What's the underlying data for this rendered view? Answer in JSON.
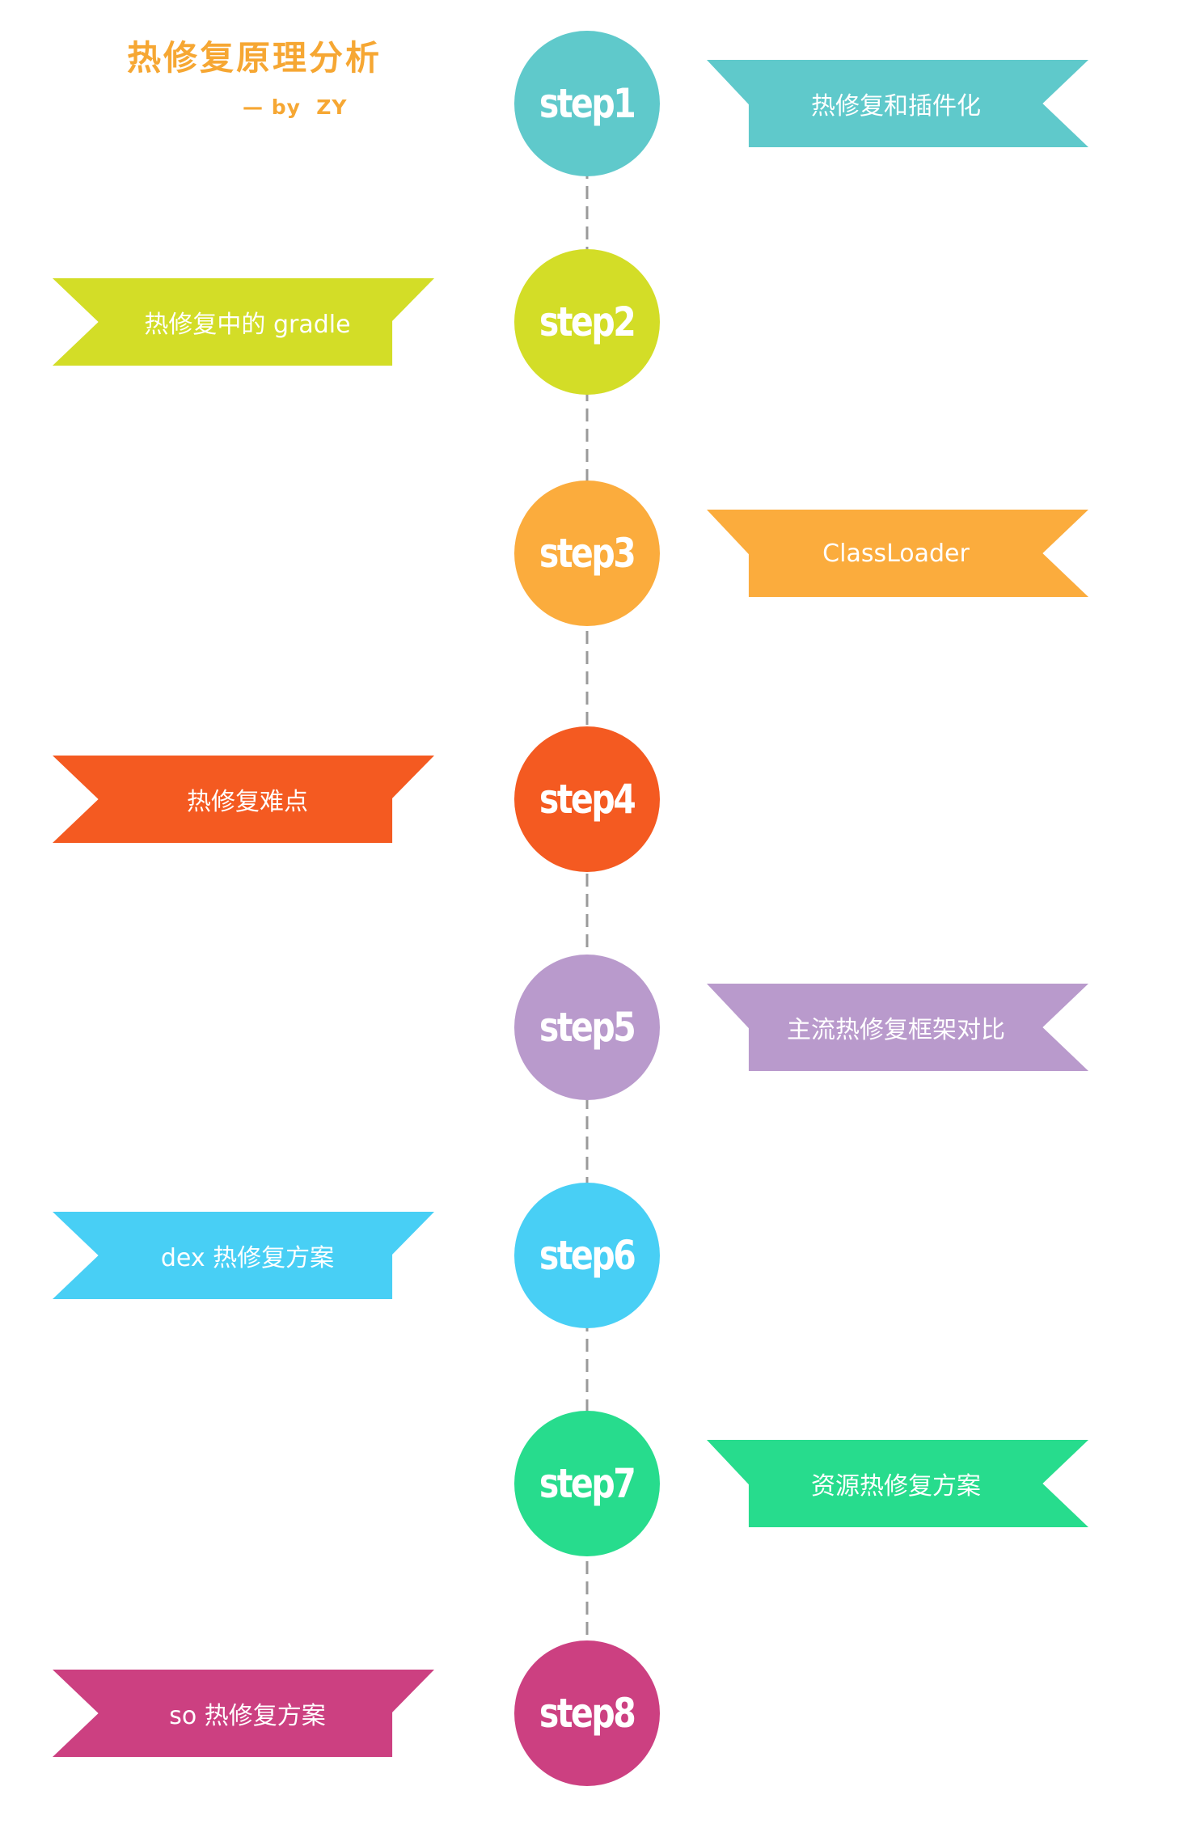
{
  "header": {
    "title": "热修复原理分析",
    "author": "— by  ZY"
  },
  "steps": [
    {
      "label": "step1",
      "color": "#5FC9CB",
      "topic": "热修复和插件化",
      "side": "right"
    },
    {
      "label": "step2",
      "color": "#D3DD27",
      "topic": "热修复中的 gradle",
      "side": "left"
    },
    {
      "label": "step3",
      "color": "#FBAC3D",
      "topic": "ClassLoader",
      "side": "right"
    },
    {
      "label": "step4",
      "color": "#F45A21",
      "topic": "热修复难点",
      "side": "left"
    },
    {
      "label": "step5",
      "color": "#B99ACC",
      "topic": "主流热修复框架对比",
      "side": "right"
    },
    {
      "label": "step6",
      "color": "#48CFF5",
      "topic": "dex 热修复方案",
      "side": "left"
    },
    {
      "label": "step7",
      "color": "#27DC8D",
      "topic": "资源热修复方案",
      "side": "right"
    },
    {
      "label": "step8",
      "color": "#CC4081",
      "topic": "so 热修复方案",
      "side": "left"
    }
  ],
  "connector_color": "#9A9A9A"
}
